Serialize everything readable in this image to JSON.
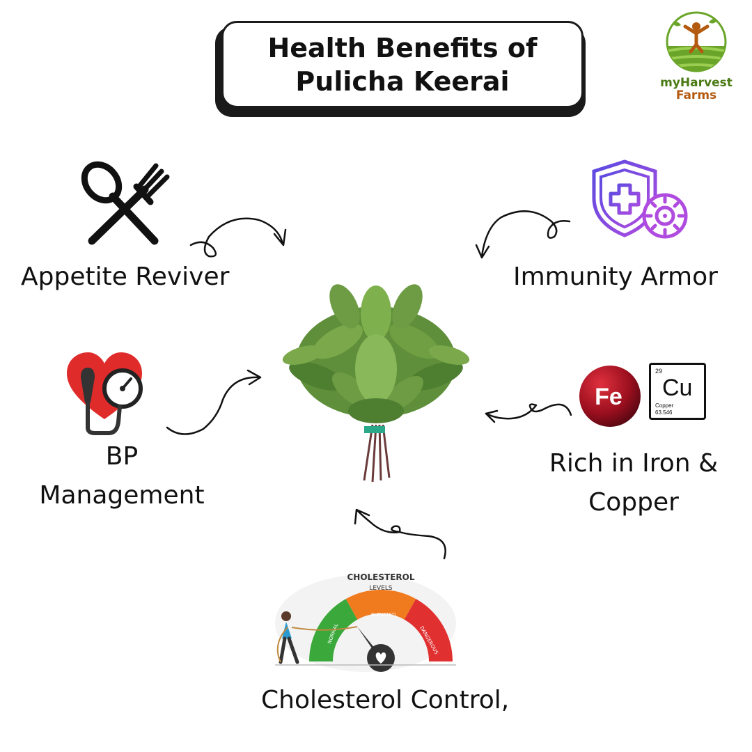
{
  "title": {
    "line1": "Health Benefits of",
    "line2": "Pulicha Keerai"
  },
  "logo": {
    "line1": "myHarvest",
    "line2": "Farms"
  },
  "benefits": {
    "appetite": "Appetite Reviver",
    "immunity": "Immunity Armor",
    "bp_line1": "BP",
    "bp_line2": "Management",
    "iron_line1": "Rich in Iron &",
    "iron_line2": "Copper",
    "cholesterol": "Cholesterol Control,"
  },
  "elements": {
    "fe_symbol": "Fe",
    "cu_number": "29",
    "cu_symbol": "Cu",
    "cu_name": "Copper",
    "cu_mass": "63.546"
  },
  "gauge": {
    "title": "CHOLESTEROL",
    "subtitle": "LEVELS",
    "normal": "NORMAL",
    "elevated": "ELEVATED",
    "dangerous": "DANGEROUS"
  },
  "colors": {
    "accent_green": "#4a7a14",
    "accent_brown": "#b45a10",
    "shield_purple": "#8a4be0",
    "heart_red": "#e02b2b",
    "fe_red": "#9a0f1e",
    "gauge_green": "#3aa83a",
    "gauge_orange": "#f07a1e",
    "gauge_red": "#e03030"
  }
}
